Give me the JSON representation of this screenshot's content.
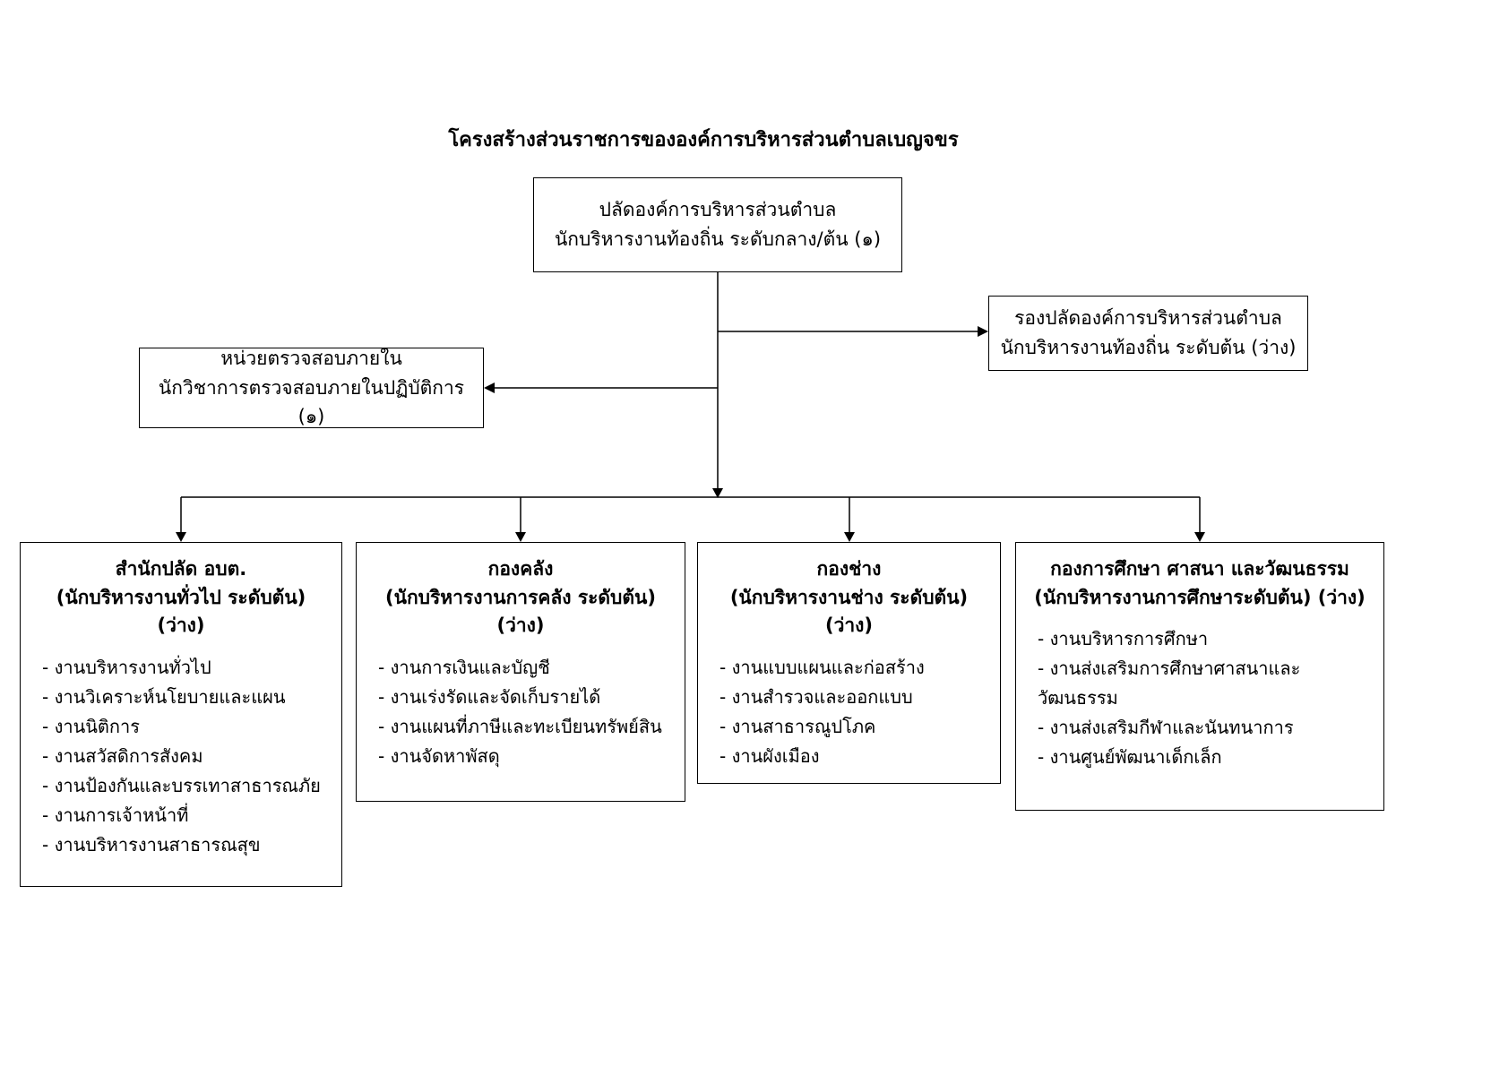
{
  "title": "โครงสร้างส่วนราชการขององค์การบริหารส่วนตำบลเบญจขร",
  "nodes": {
    "chief": {
      "line1": "ปลัดองค์การบริหารส่วนตำบล",
      "line2": "นักบริหารงานท้องถิ่น ระดับกลาง/ต้น (๑)"
    },
    "deputy": {
      "line1": "รองปลัดองค์การบริหารส่วนตำบล",
      "line2": "นักบริหารงานท้องถิ่น ระดับต้น (ว่าง)"
    },
    "audit": {
      "line1": "หน่วยตรวจสอบภายใน",
      "line2": "นักวิชาการตรวจสอบภายในปฏิบัติการ (๑)"
    }
  },
  "departments": [
    {
      "name": "สำนักปลัด อบต.",
      "subtitle": "(นักบริหารงานทั่วไป ระดับต้น) (ว่าง)",
      "items": [
        "งานบริหารงานทั่วไป",
        "งานวิเคราะห์นโยบายและแผน",
        "งานนิติการ",
        "งานสวัสดิการสังคม",
        "งานป้องกันและบรรเทาสาธารณภัย",
        "งานการเจ้าหน้าที่",
        "งานบริหารงานสาธารณสุข"
      ]
    },
    {
      "name": "กองคลัง",
      "subtitle": "(นักบริหารงานการคลัง ระดับต้น) (ว่าง)",
      "items": [
        "งานการเงินและบัญชี",
        "งานเร่งรัดและจัดเก็บรายได้",
        "งานแผนที่ภาษีและทะเบียนทรัพย์สิน",
        "งานจัดหาพัสดุ"
      ]
    },
    {
      "name": "กองช่าง",
      "subtitle": "(นักบริหารงานช่าง ระดับต้น) (ว่าง)",
      "items": [
        "งานแบบแผนและก่อสร้าง",
        "งานสำรวจและออกแบบ",
        "งานสาธารณูปโภค",
        "งานผังเมือง"
      ]
    },
    {
      "name": "กองการศึกษา ศาสนา และวัฒนธรรม",
      "subtitle": "(นักบริหารงานการศึกษาระดับต้น) (ว่าง)",
      "items": [
        "งานบริหารการศึกษา",
        "งานส่งเสริมการศึกษาศาสนาและวัฒนธรรม",
        "งานส่งเสริมกีฬาและนันทนาการ",
        "งานศูนย์พัฒนาเด็กเล็ก"
      ]
    }
  ],
  "colors": {
    "line": "#000000",
    "background": "#ffffff",
    "text": "#000000"
  }
}
